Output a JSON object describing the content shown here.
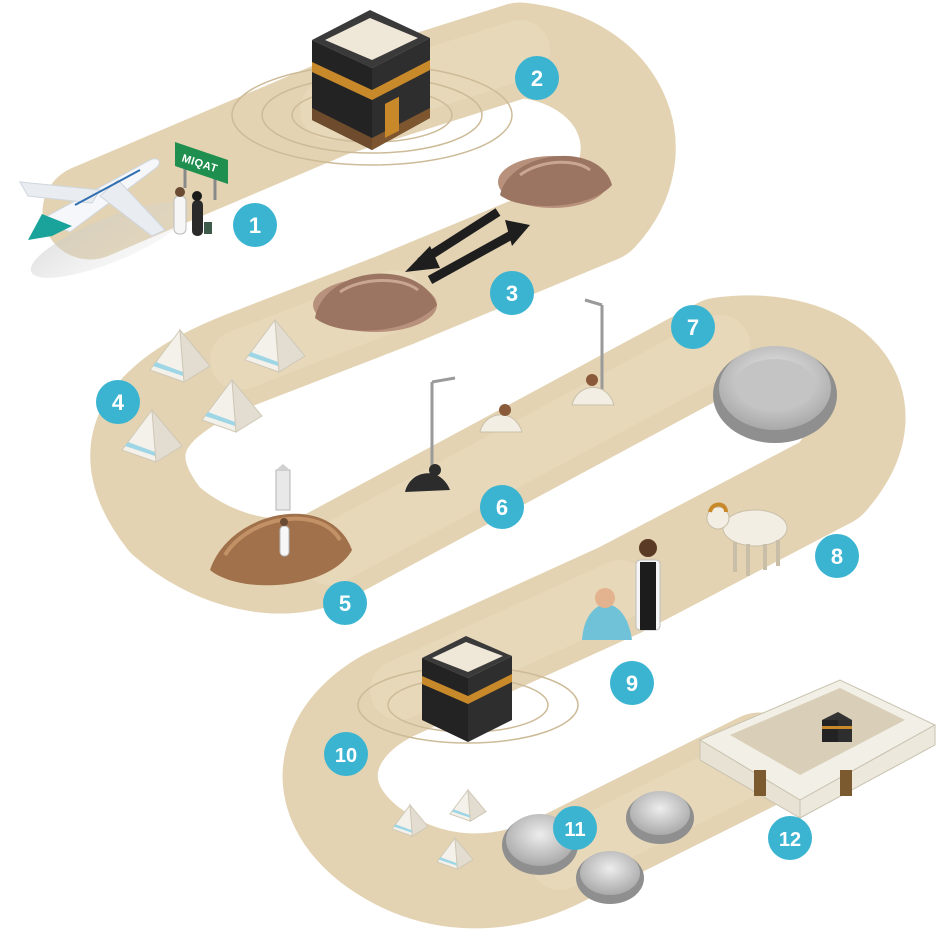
{
  "colors": {
    "path": "#e3d3b2",
    "path_light": "#efe3c8",
    "path_divider": "#d4c09a",
    "badge": "#3bb4d2",
    "badge_text": "#ffffff",
    "kaaba_black": "#262626",
    "kaaba_gold": "#c8892a",
    "sign_green": "#1e8f4e",
    "rock": "#9c7462",
    "tent": "#f4f1ea",
    "tent_stripe": "#9fd6e6",
    "plane_tail": "#1aa39a"
  },
  "sign": {
    "label": "MIQAT"
  },
  "steps": [
    {
      "number": "1",
      "icon": "airplane-icon"
    },
    {
      "number": "2",
      "icon": "kaaba-icon"
    },
    {
      "number": "3",
      "icon": "hills-icon"
    },
    {
      "number": "4",
      "icon": "tent-icon"
    },
    {
      "number": "5",
      "icon": "mount-icon"
    },
    {
      "number": "6",
      "icon": "pebbles-icon"
    },
    {
      "number": "7",
      "icon": "jamarat-icon"
    },
    {
      "number": "8",
      "icon": "ram-icon"
    },
    {
      "number": "9",
      "icon": "barber-icon"
    },
    {
      "number": "10",
      "icon": "kaaba-icon"
    },
    {
      "number": "11",
      "icon": "jamarat-icon"
    },
    {
      "number": "12",
      "icon": "mosque-icon"
    }
  ]
}
